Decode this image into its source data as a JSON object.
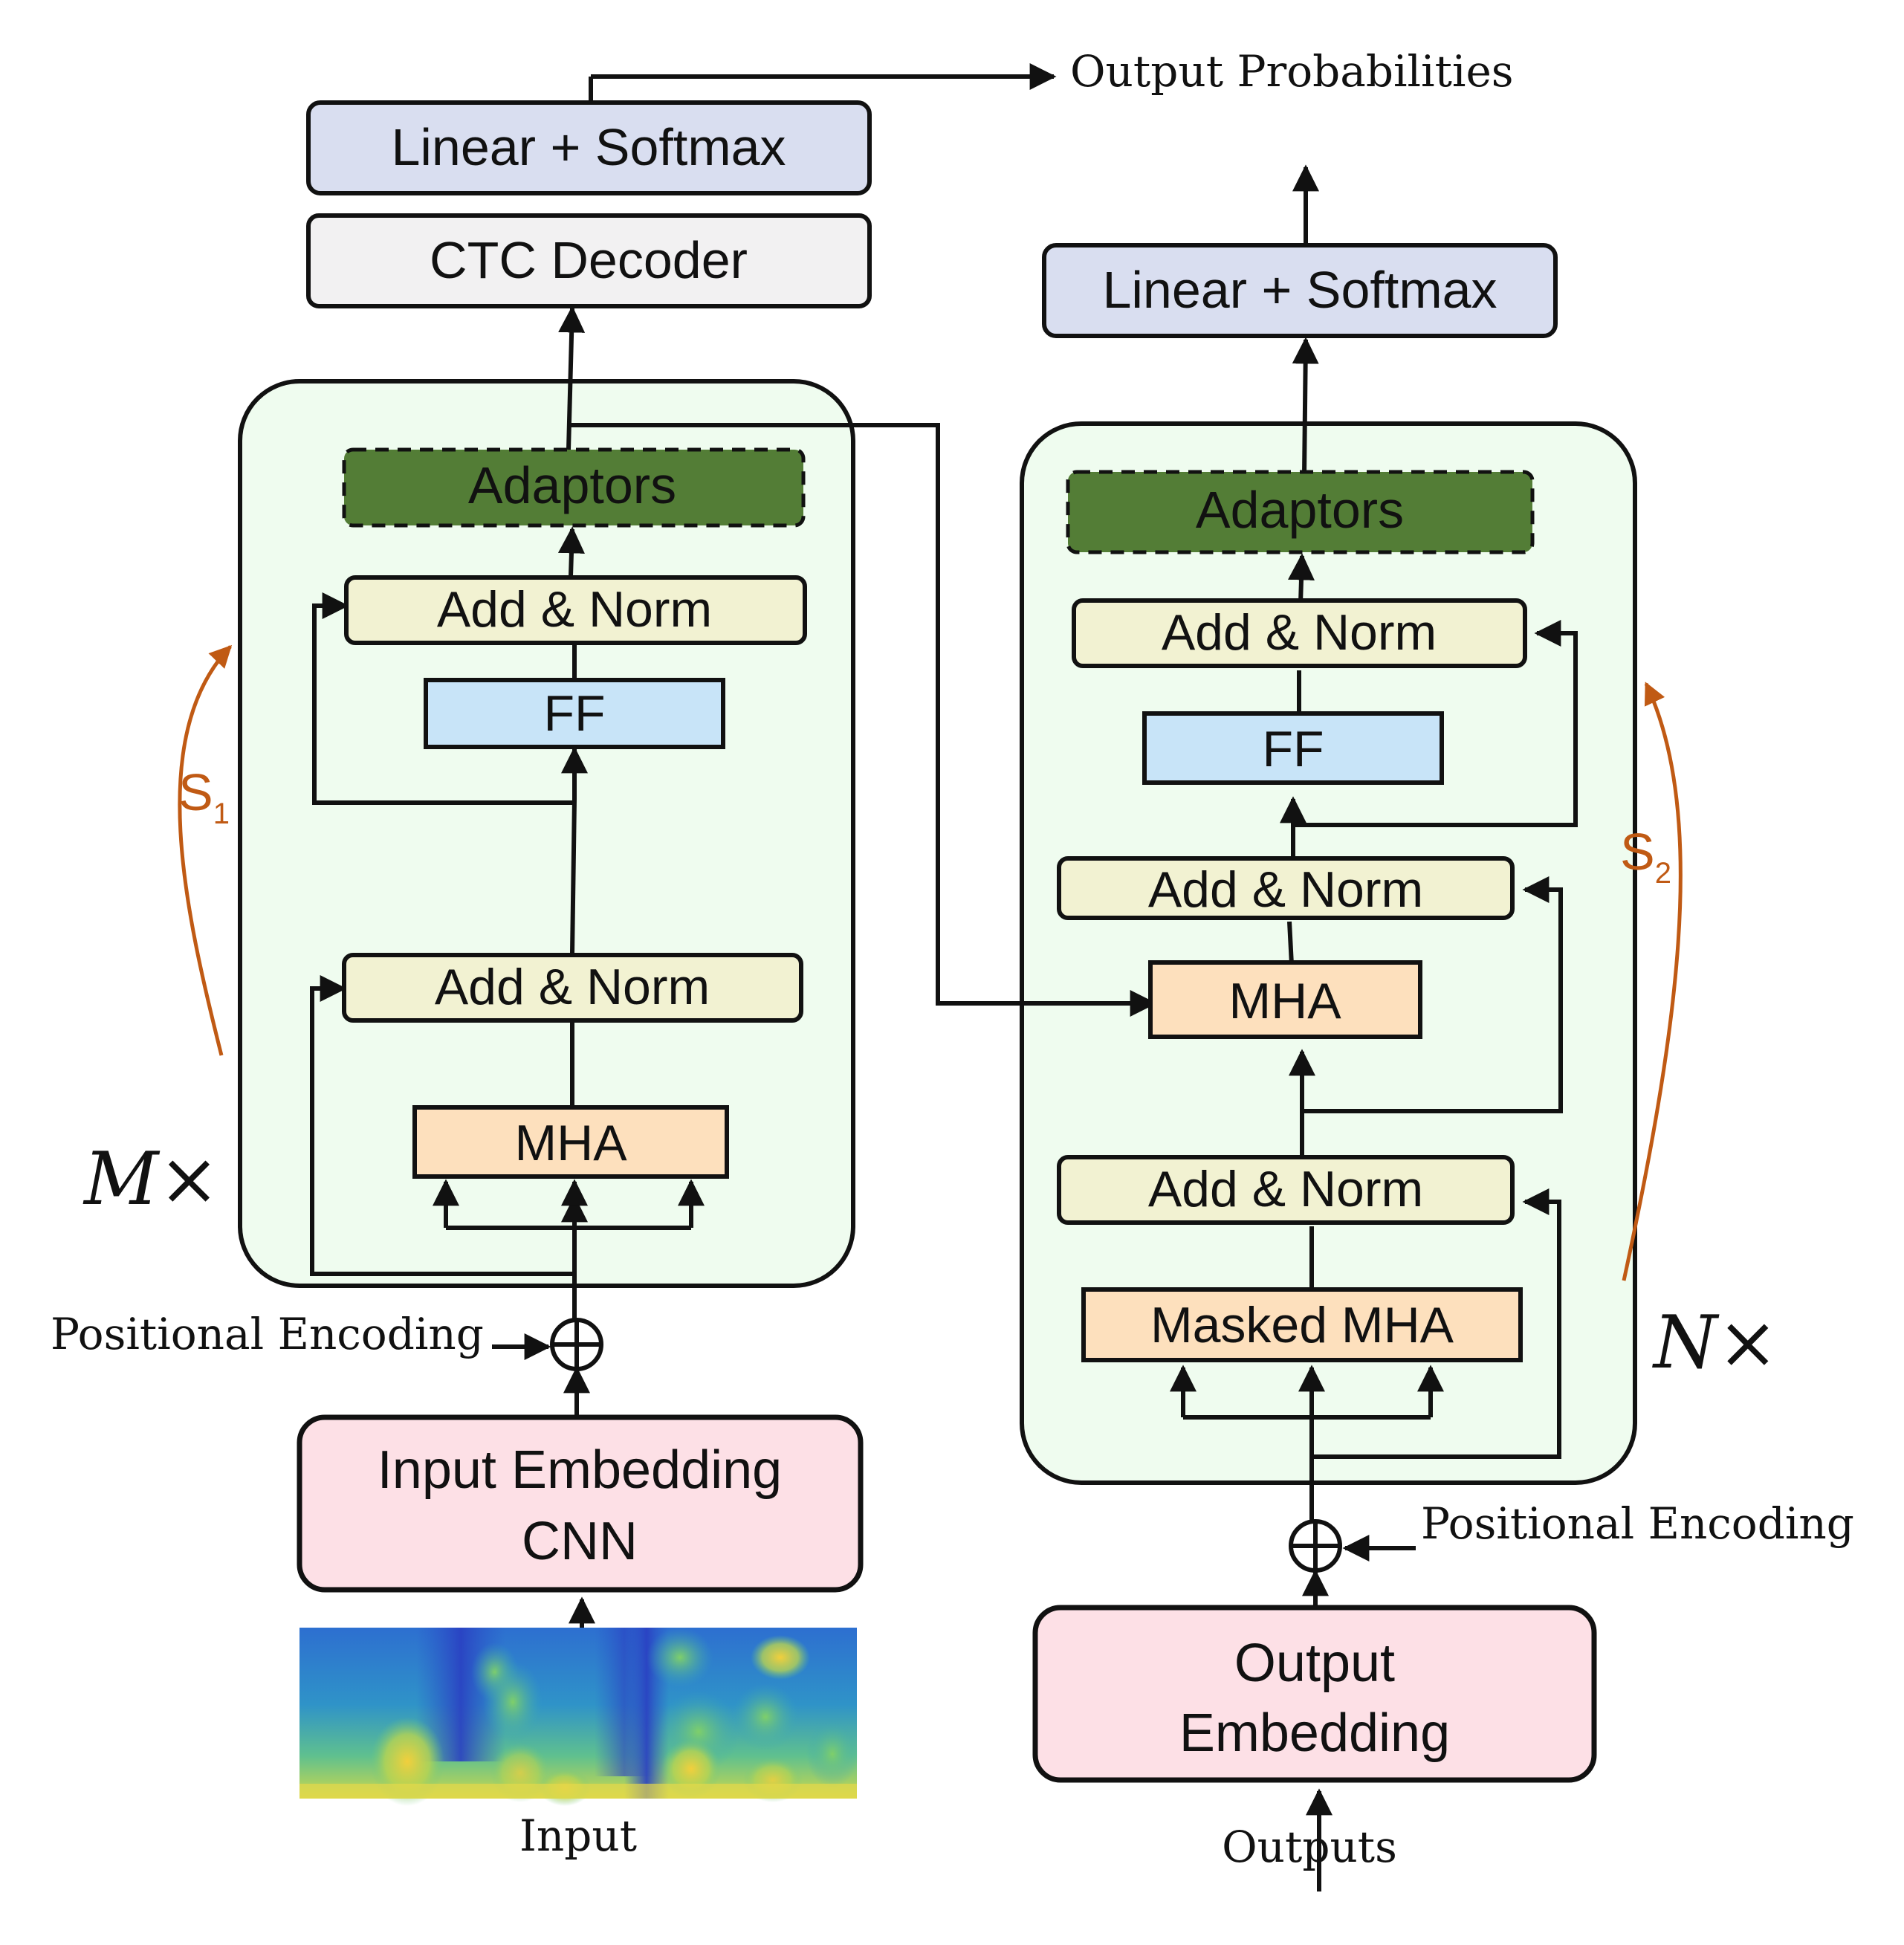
{
  "labels": {
    "output_probabilities": "Output Probabilities",
    "input": "Input",
    "outputs": "Outputs",
    "positional_encoding_enc": "Positional Encoding",
    "positional_encoding_dec": "Positional Encoding",
    "encoder_repeat": "M×",
    "decoder_repeat": "N×",
    "s1_main": "S",
    "s1_sub": "1",
    "s2_main": "S",
    "s2_sub": "2"
  },
  "encoder": {
    "linear_softmax": "Linear + Softmax",
    "ctc_decoder": "CTC Decoder",
    "adaptors": "Adaptors",
    "add_norm_top": "Add & Norm",
    "ff": "FF",
    "add_norm_bottom": "Add & Norm",
    "mha": "MHA",
    "input_embedding_line1": "Input Embedding",
    "input_embedding_line2": "CNN"
  },
  "decoder": {
    "linear_softmax": "Linear + Softmax",
    "adaptors": "Adaptors",
    "add_norm_top": "Add & Norm",
    "ff": "FF",
    "add_norm_mid": "Add & Norm",
    "mha": "MHA",
    "add_norm_bottom": "Add & Norm",
    "masked_mha": "Masked MHA",
    "output_embedding_line1": "Output",
    "output_embedding_line2": "Embedding"
  },
  "colors": {
    "linear_softmax": "#d9def0",
    "ctc_decoder": "#f2f1f2",
    "adaptors": "#537d36",
    "add_norm": "#f2f2d2",
    "ff": "#c8e4f8",
    "mha": "#fde0bd",
    "embedding": "#fde0e6",
    "block_bg": "#effcef",
    "skip_arrow": "#c05a14",
    "stroke": "#111111"
  },
  "icons": {
    "positional_encoding": "circle-plus-icon",
    "spectrogram": "spectrogram-image"
  }
}
